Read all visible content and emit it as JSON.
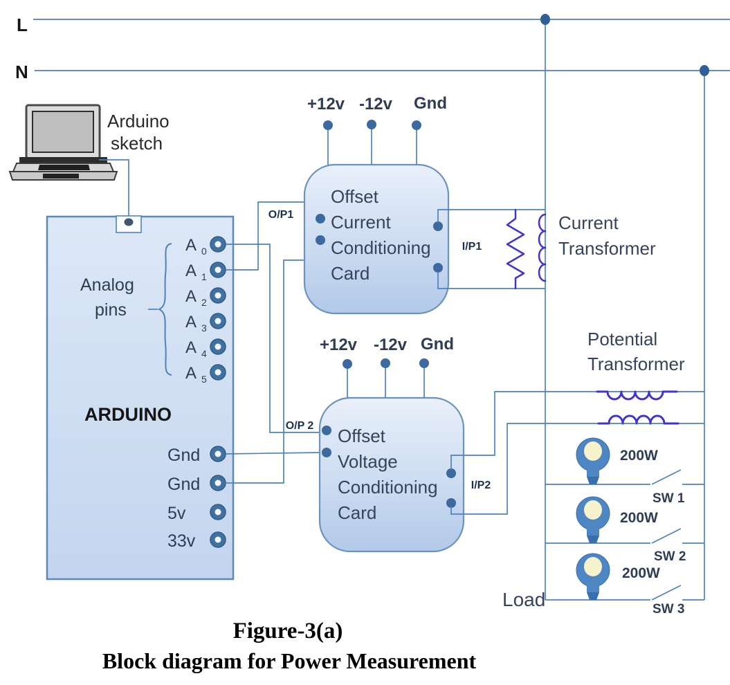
{
  "colors": {
    "wire": "#4f81bd",
    "purple": "#4133cc",
    "ink": "#2e3d55",
    "block_border": "#6190c2",
    "pin_fill": "#40719f",
    "bulb_blue": "#4e86c4",
    "bulb_glass": "#f6f2cb"
  },
  "power_rails": {
    "live_label": "L",
    "neutral_label": "N"
  },
  "laptop": {
    "caption_line1": "Arduino",
    "caption_line2": "sketch"
  },
  "arduino": {
    "title": "ARDUINO",
    "analog_caption_line1": "Analog",
    "analog_caption_line2": "pins",
    "analog_pins": [
      {
        "base": "A",
        "sub": "0"
      },
      {
        "base": "A",
        "sub": "1"
      },
      {
        "base": "A",
        "sub": "2"
      },
      {
        "base": "A",
        "sub": "3"
      },
      {
        "base": "A",
        "sub": "4"
      },
      {
        "base": "A",
        "sub": "5"
      }
    ],
    "power_pins": [
      "Gnd",
      "Gnd",
      "5v",
      "33v"
    ]
  },
  "current_card": {
    "supply_labels": [
      "+12v",
      "-12v",
      "Gnd"
    ],
    "body_lines": [
      "Offset",
      "Current",
      "Conditioning",
      "Card"
    ],
    "output_label": "O/P1",
    "input_label": "I/P1"
  },
  "voltage_card": {
    "supply_labels": [
      "+12v",
      "-12v",
      "Gnd"
    ],
    "body_lines": [
      "Offset",
      "Voltage",
      "Conditioning",
      "Card"
    ],
    "output_label": "O/P 2",
    "input_label": "I/P2"
  },
  "current_transformer": {
    "label_line1": "Current",
    "label_line2": "Transformer"
  },
  "potential_transformer": {
    "label_line1": "Potential",
    "label_line2": "Transformer"
  },
  "load": {
    "label": "Load",
    "lamps": [
      {
        "power": "200W",
        "switch": "SW 1"
      },
      {
        "power": "200W",
        "switch": "SW 2"
      },
      {
        "power": "200W",
        "switch": "SW 3"
      }
    ]
  },
  "caption": {
    "line1": "Figure-3(a)",
    "line2": "Block diagram for Power Measurement"
  }
}
